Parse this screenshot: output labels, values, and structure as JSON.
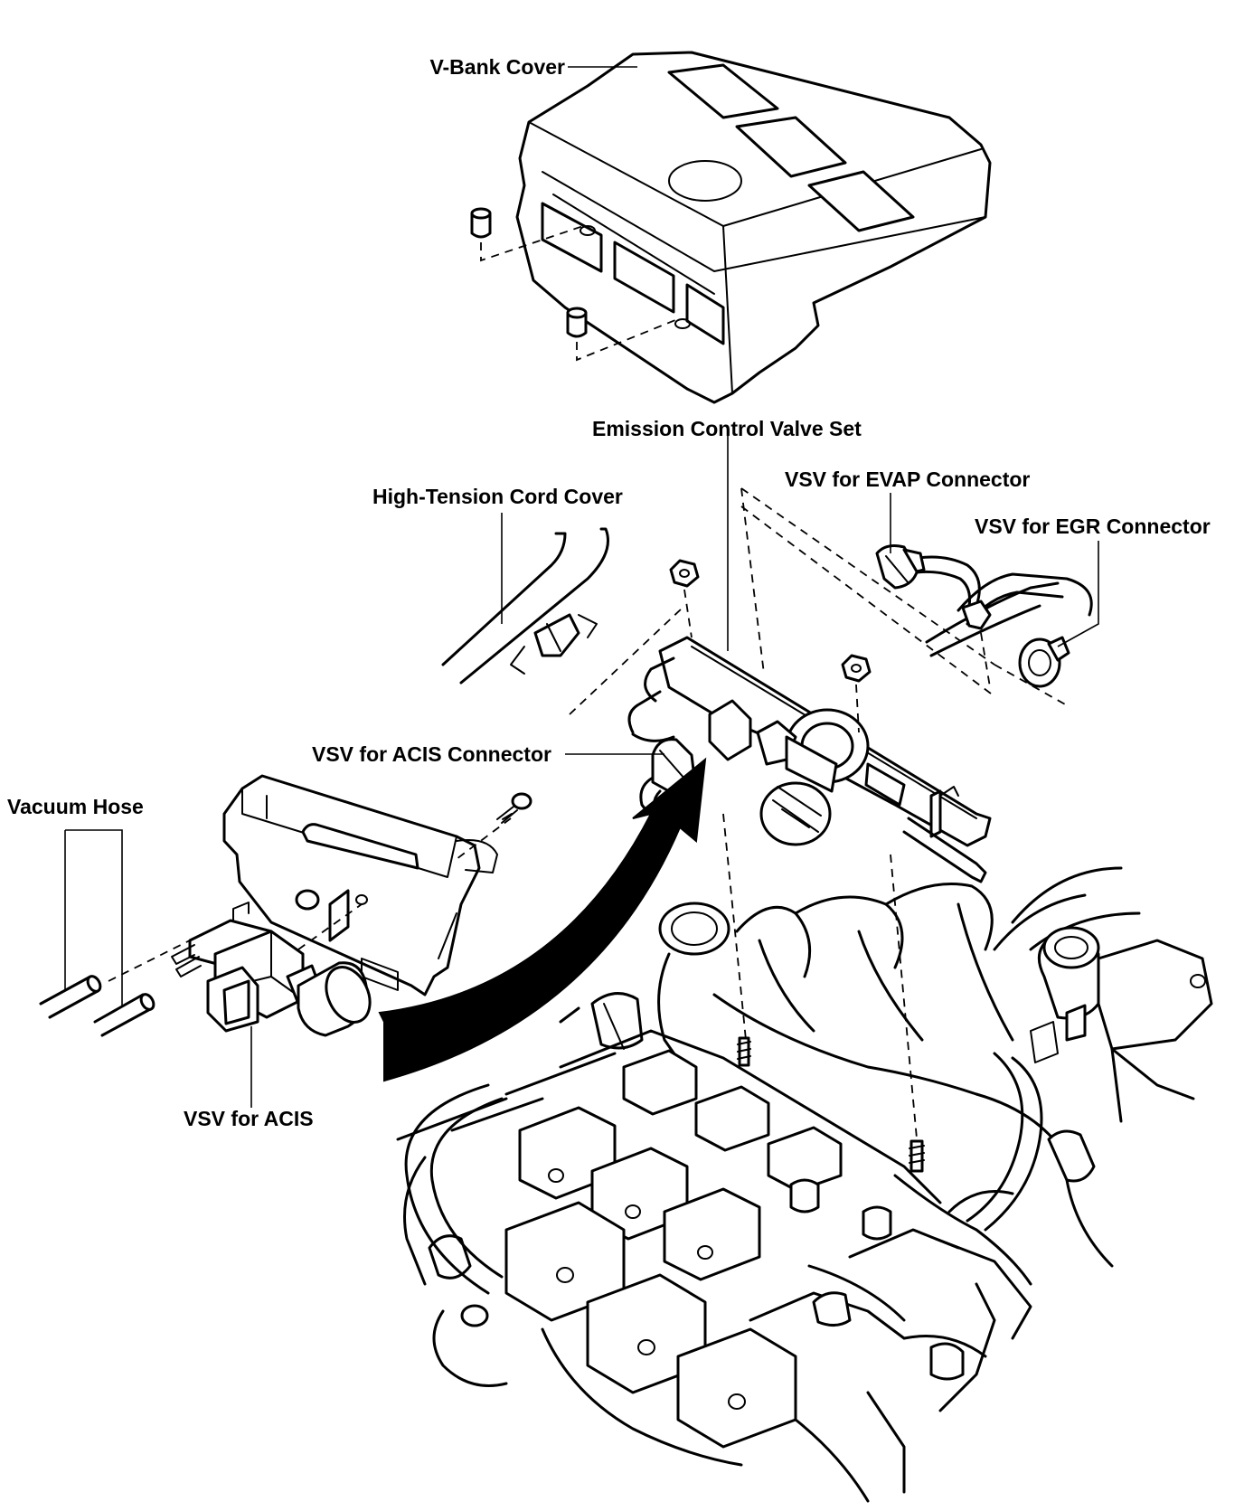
{
  "labels": {
    "v_bank_cover": "V-Bank Cover",
    "emission_control_valve_set": "Emission Control Valve Set",
    "vsv_evap_connector": "VSV for EVAP Connector",
    "vsv_egr_connector": "VSV for EGR Connector",
    "high_tension_cord_cover": "High-Tension Cord Cover",
    "vsv_acis_connector": "VSV for ACIS Connector",
    "vacuum_hose": "Vacuum Hose",
    "vsv_acis": "VSV for ACIS"
  },
  "colors": {
    "line": "#000000",
    "background": "#ffffff"
  }
}
